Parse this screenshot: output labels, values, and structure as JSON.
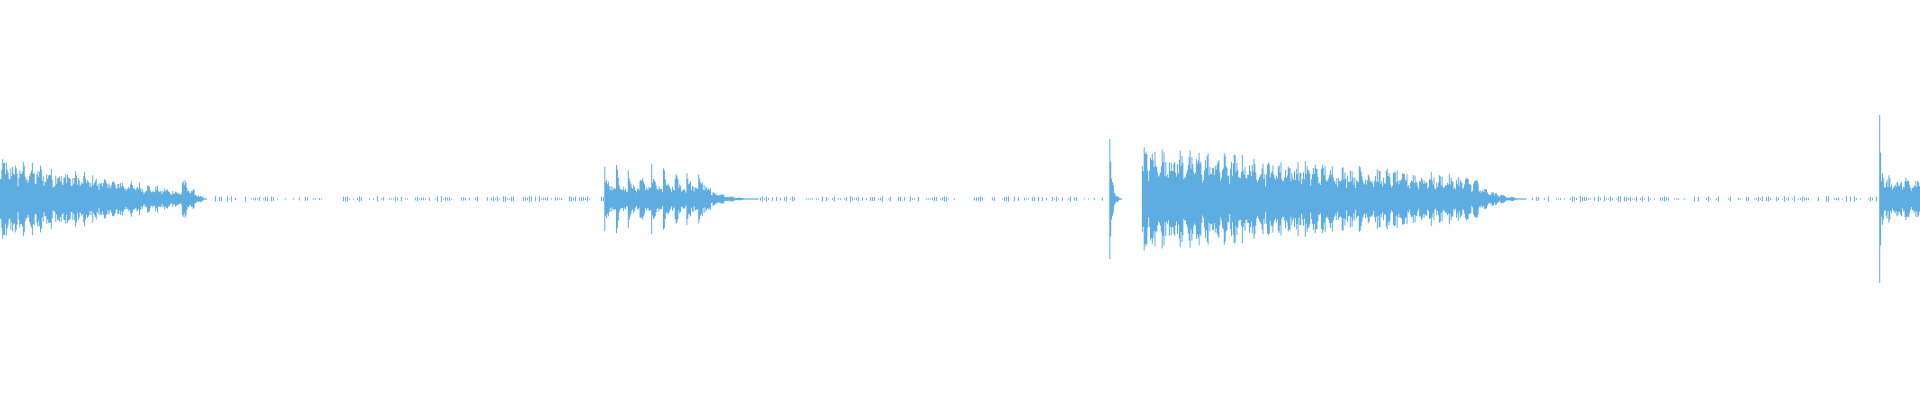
{
  "waveform": {
    "color": "#5dade2",
    "background": "#ffffff",
    "segments": [
      {
        "kind": "dense",
        "start": 0.0,
        "end": 0.095,
        "peak": 0.22,
        "decay": 0.8
      },
      {
        "kind": "taper",
        "start": 0.095,
        "end": 0.108,
        "peak": 0.12,
        "decay": 1.0
      },
      {
        "kind": "sparse",
        "start": 0.108,
        "end": 0.315,
        "peak": 0.015
      },
      {
        "kind": "bursts",
        "start": 0.315,
        "end": 0.37,
        "peak": 0.18,
        "count": 9
      },
      {
        "kind": "taper",
        "start": 0.362,
        "end": 0.395,
        "peak": 0.06,
        "decay": 1.0
      },
      {
        "kind": "sparse",
        "start": 0.395,
        "end": 0.577,
        "peak": 0.015
      },
      {
        "kind": "spike",
        "at": 0.578,
        "peak": 0.3
      },
      {
        "kind": "dense",
        "start": 0.595,
        "end": 0.77,
        "peak": 0.28,
        "decay": 0.6
      },
      {
        "kind": "taper",
        "start": 0.77,
        "end": 0.795,
        "peak": 0.07,
        "decay": 1.0
      },
      {
        "kind": "sparse",
        "start": 0.795,
        "end": 0.978,
        "peak": 0.015
      },
      {
        "kind": "spike",
        "at": 0.979,
        "peak": 0.42
      },
      {
        "kind": "dense",
        "start": 0.981,
        "end": 1.0,
        "peak": 0.12,
        "decay": 0.0
      }
    ]
  }
}
